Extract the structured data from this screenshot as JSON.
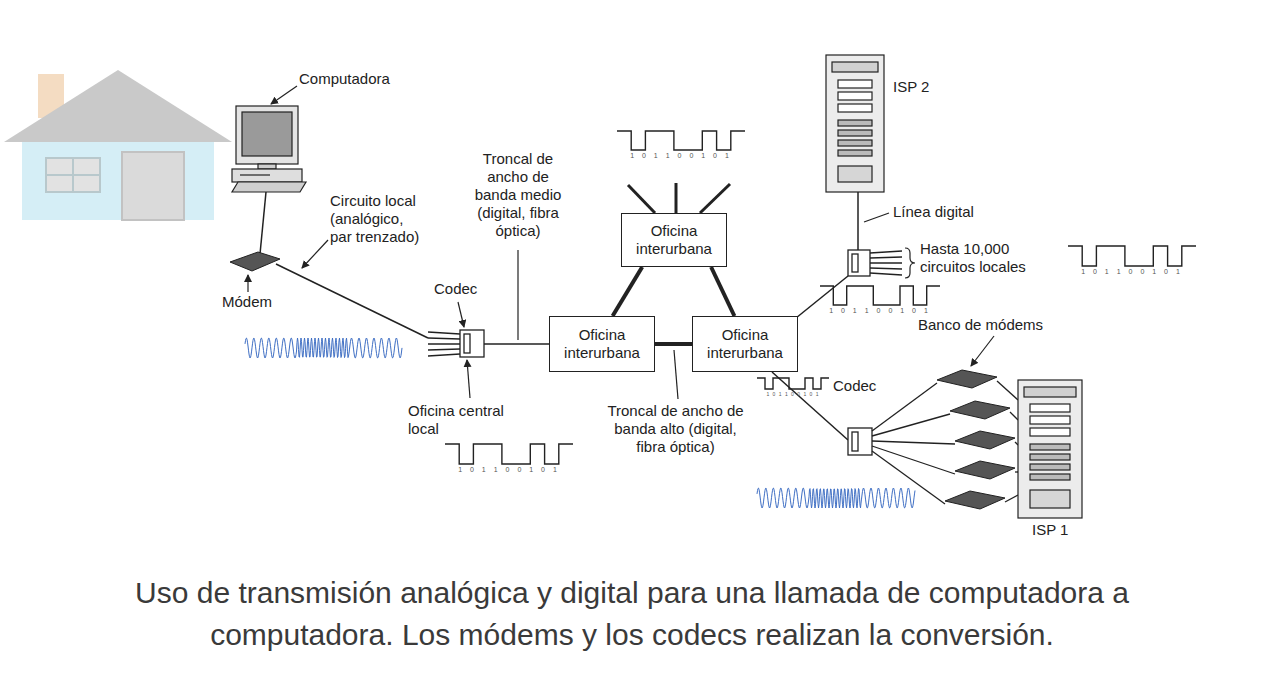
{
  "diagram": {
    "caption": "Uso de transmisión analógica y digital para una llamada de computadora a computadora. Los módems y los codecs realizan la conversión.",
    "nodes": [
      {
        "text": [
          "Oficina interurbana"
        ]
      },
      {
        "text": [
          "Oficina interurbana"
        ]
      },
      {
        "text": [
          "Oficina interurbana"
        ]
      }
    ],
    "edges": [
      {
        "from": 0,
        "to": 1,
        "arrow": "none"
      },
      {
        "from": 0,
        "to": 2,
        "arrow": "none"
      },
      {
        "from": 1,
        "to": 2,
        "arrow": "none"
      }
    ],
    "labels": [
      "Computadora",
      "Circuito local (analógico, par trenzado)",
      "Módem",
      "Codec",
      "Oficina central local",
      "Troncal de ancho de banda medio (digital, fibra óptica)",
      "Troncal de ancho de banda alto (digital, fibra óptica)",
      "ISP 2",
      "Línea digital",
      "Hasta 10,000 circuitos locales",
      "Banco de módems",
      "Codec",
      "ISP 1",
      "1 0 1 1 0 0 1 0 1",
      "1 0 1 1 0 0 1 0 1",
      "1 0 1 1 0 0 1 0 1",
      "1 0 1 1 0 0 1 0 1",
      "1 0 1 1 0 0 1 0 1"
    ]
  }
}
